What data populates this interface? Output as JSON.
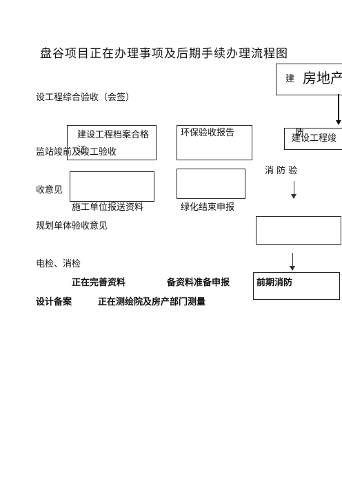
{
  "title": "盘谷项目正在办理事项及后期手续办理流程图",
  "top_right_box": {
    "small": "建",
    "large": "房地产"
  },
  "left_lines": {
    "line1": "设工程综合验收（会签）",
    "line2": "监站竣前及竣工验收",
    "line3": "收意见",
    "line4": "规划单体验收意见",
    "line5": "电检、消检"
  },
  "boxes": {
    "archive_box": "建设工程档案合格证",
    "env_box": "环保验收报告",
    "quality_box_top": "质",
    "quality_box_text": "建设工程竣"
  },
  "fire_check_text": "消 防 验",
  "under_boxes": {
    "left": "施工单位报送资料",
    "right": "绿化结束申报"
  },
  "status_row1": {
    "a": "正在完善资料",
    "b": "备资料准备申报",
    "c": "前期消防"
  },
  "status_row2": {
    "a": "设计备案",
    "b": "正在测绘院及房产部门测量"
  }
}
